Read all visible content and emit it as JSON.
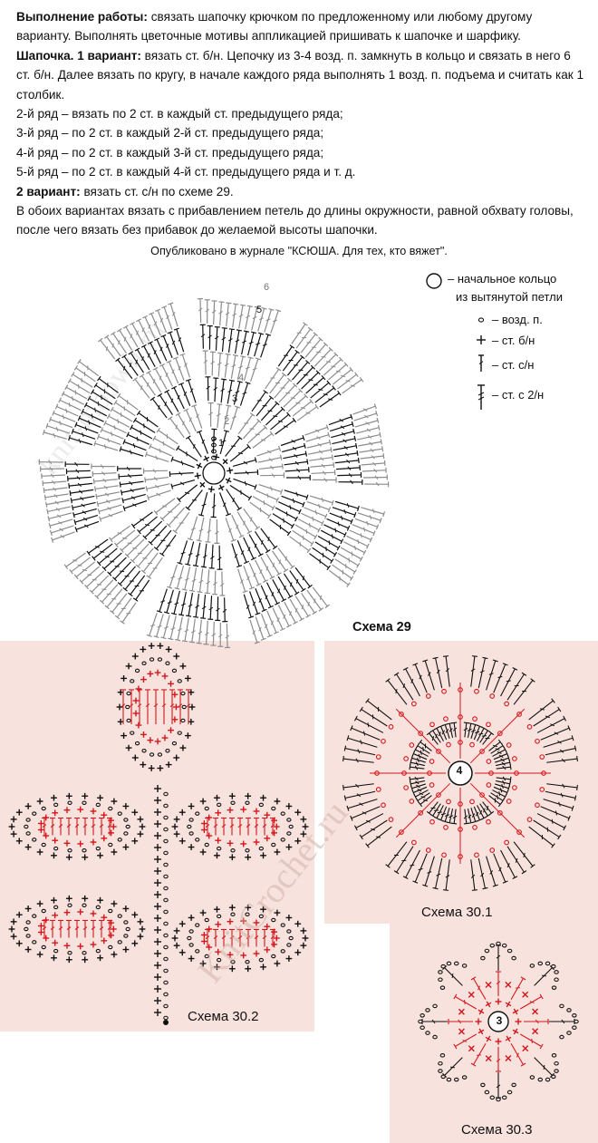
{
  "text": {
    "p1_bold": "Выполнение работы:",
    "p1_rest": " связать шапочку крючком по предложенному или любому другому варианту. Выполнять цветочные мотивы аппликацией пришивать к шапочке и шарфику.",
    "p2_bold": "Шапочка. 1 вариант:",
    "p2_rest": " вязать ст. б/н. Цепочку из 3-4 возд. п. замкнуть в кольцо и связать в него 6 ст. б/н. Далее вязать по кругу, в начале каждого ряда выполнять 1 возд. п. подъема и считать как 1 столбик.",
    "row2": "2-й ряд – вязать по 2 ст. в каждый ст. предыдущего ряда;",
    "row3": "3-й ряд – по 2 ст. в каждый 2-й ст. предыдущего ряда;",
    "row4": "4-й ряд – по 2 ст. в каждый 3-й ст. предыдущего ряда;",
    "row5": "5-й ряд – по 2 ст. в каждый 4-й ст. предыдущего ряда и т. д.",
    "p3_bold": "2 вариант:",
    "p3_rest": " вязать ст. с/н по схеме 29.",
    "p4": "В обоих вариантах вязать с прибавлением петель до длины окружности, равной обхвату головы, после чего вязать без прибавок до желаемой высоты шапочки.",
    "published": "Опубликовано в журнале \"КСЮША. Для тех, кто вяжет\"."
  },
  "legend": {
    "ring_line1": "– начальное кольцо",
    "ring_line2": "из вытянутой петли",
    "chain": "– возд. п.",
    "sc": "– ст. б/н",
    "dc": "– ст. с/н",
    "tr": "– ст. с 2/н"
  },
  "diagrams": {
    "scheme29_caption": "Схема 29",
    "scheme29_row_numbers": [
      "1",
      "2",
      "3",
      "4",
      "5",
      "6"
    ],
    "scheme301_caption": "Схема 30.1",
    "scheme301_center": "4",
    "scheme302_caption": "Схема 30.2",
    "scheme303_caption": "Схема 30.3",
    "scheme303_center": "3"
  },
  "colors": {
    "panel_bg": "#f8e2dd",
    "accent_red": "#d4161c",
    "ink": "#111111",
    "grey_stitch": "#8c8c8c"
  }
}
